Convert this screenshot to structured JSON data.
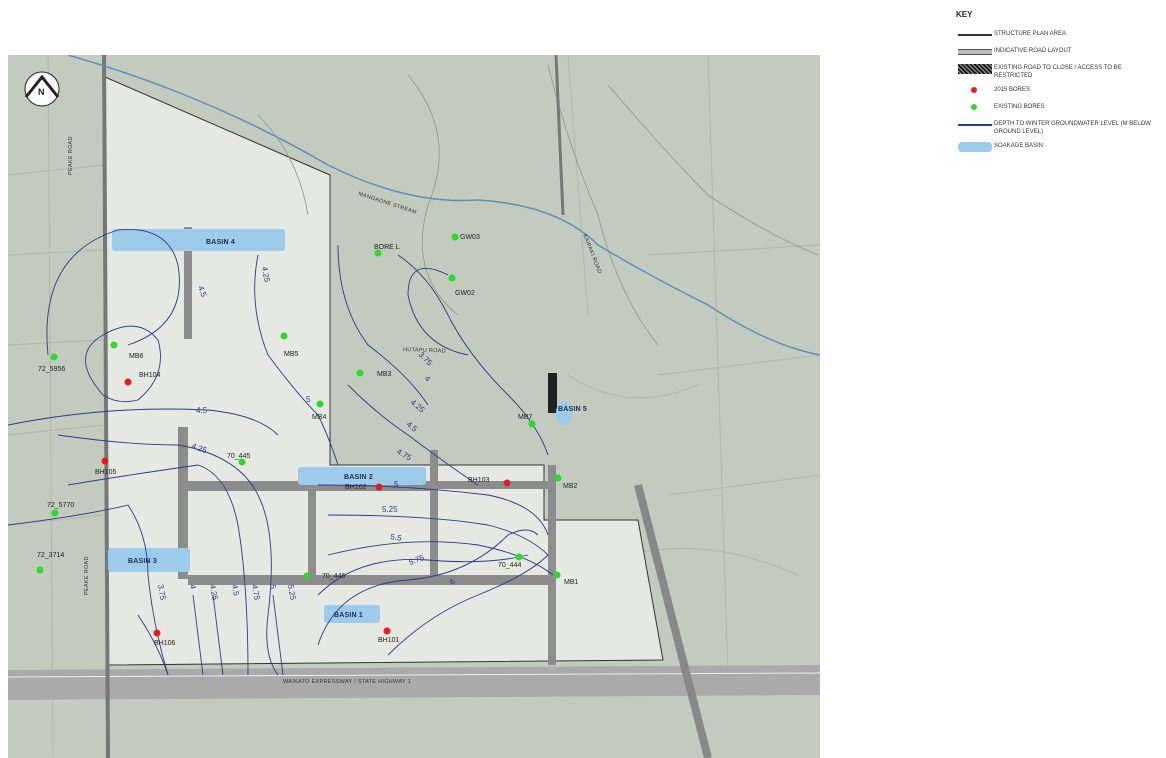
{
  "key": {
    "title": "KEY",
    "items": [
      {
        "symbol": "solid-line",
        "label": "STRUCTURE PLAN AREA"
      },
      {
        "symbol": "double-line",
        "label": "INDICATIVE ROAD LAYOUT"
      },
      {
        "symbol": "hatched-block",
        "label": "EXISTING ROAD TO CLOSE / ACCESS TO BE RESTRICTED"
      },
      {
        "symbol": "red-dot",
        "label": "2015 BORES",
        "color": "#e02020"
      },
      {
        "symbol": "green-dot",
        "label": "EXISTING BORES",
        "color": "#2ed82e"
      },
      {
        "symbol": "blue-line",
        "label": "DEPTH TO WINTER GROUNDWATER LEVEL (M BELOW GROUND LEVEL)",
        "color": "#2b3a8c"
      },
      {
        "symbol": "blue-fill",
        "label": "SOAKAGE BASIN",
        "color": "#9ccbec"
      }
    ]
  },
  "map": {
    "north": "N",
    "basins": [
      "BASIN 4",
      "BASIN 2",
      "BASIN 3",
      "BASIN 1",
      "BASIN 5"
    ],
    "bores_2015": [
      "BH104",
      "BH105",
      "BH102",
      "BH103",
      "BH106",
      "BH101"
    ],
    "bores_existing": [
      "BORE L",
      "GW03",
      "GW02",
      "MB6",
      "72_5956",
      "MB5",
      "MB3",
      "MB4",
      "MB7",
      "70_445",
      "MB2",
      "72_5770",
      "72_3714",
      "70_444",
      "70_446",
      "MB1"
    ],
    "contours": [
      "4.5",
      "4.25",
      "4.5",
      "4.25",
      "5",
      "4.25",
      "4.5",
      "4.75",
      "3.75",
      "4",
      "5",
      "5.25",
      "5.5",
      "5.75",
      "6",
      "3.75",
      "4",
      "4.25",
      "4.5",
      "4.75",
      "5",
      "5.25"
    ],
    "roads": [
      "PEAKE ROAD",
      "MANGAONE STREAM",
      "HUTAPU ROAD",
      "WAIKATO EXPRESSWAY / STATE HIGHWAY 1",
      "PEAKE ROAD",
      "KAIPAKI ROAD"
    ]
  },
  "colors": {
    "red_bore": "#e02020",
    "green_bore": "#2ed82e",
    "contour": "#2b3a8c",
    "basin": "#9ccbec",
    "stream": "#5b8fc0"
  }
}
